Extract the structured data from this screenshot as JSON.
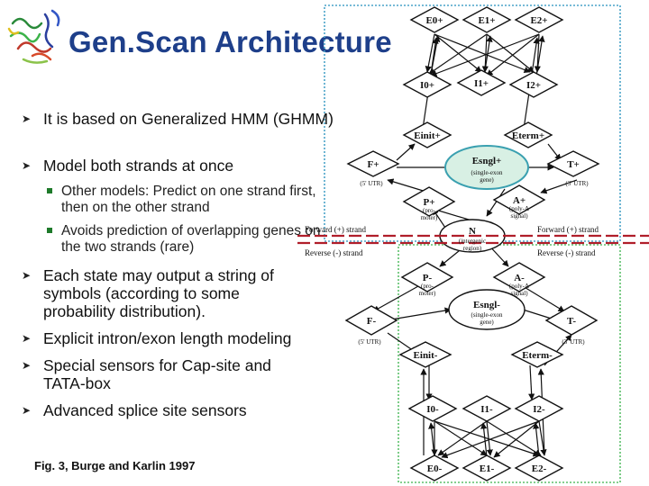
{
  "slide": {
    "title": "Gen.Scan Architecture",
    "caption": "Fig. 3, Burge and Karlin 1997"
  },
  "bullets": [
    "It is based on Generalized HMM (GHMM)",
    "Model both strands at once",
    "Each state may output a string of symbols (according to some probability distribution).",
    "Explicit intron/exon length modeling",
    "Special sensors for Cap-site and TATA-box",
    "Advanced splice site sensors"
  ],
  "sub_bullets": [
    "Other models: Predict on one strand first, then on the other strand",
    "Avoids prediction of overlapping genes on the two strands (rare)"
  ],
  "diagram": {
    "top_exons": [
      "E0+",
      "E1+",
      "E2+"
    ],
    "top_introns": [
      "I0+",
      "I1+",
      "I2+"
    ],
    "e_init_plus": "Einit+",
    "e_term_plus": "Eterm+",
    "e_sngl_plus": "Esngl+",
    "e_sngl_plus_sub": [
      "(single-exon",
      "gene)"
    ],
    "f_plus": "F+",
    "f_plus_sub": "(5' UTR)",
    "t_plus": "T+",
    "t_plus_sub": "(3' UTR)",
    "p_plus": "P+",
    "p_plus_sub": [
      "(pro-",
      "moter)"
    ],
    "a_plus": "A+",
    "a_plus_sub": [
      "(poly-A",
      "signal)"
    ],
    "n_state": "N",
    "n_state_sub": [
      "(intergenic",
      "region)"
    ],
    "forward_strand": "Forward (+) strand",
    "reverse_strand": "Reverse (-) strand",
    "p_minus": "P-",
    "p_minus_sub": [
      "(pro-",
      "moter)"
    ],
    "a_minus": "A-",
    "a_minus_sub": [
      "(poly-A",
      "signal)"
    ],
    "f_minus": "F-",
    "f_minus_sub": "(5' UTR)",
    "t_minus": "T-",
    "t_minus_sub": "(3' UTR)",
    "e_sngl_minus": "Esngl-",
    "e_sngl_minus_sub": [
      "(single-exon",
      "gene)"
    ],
    "e_init_minus": "Einit-",
    "e_term_minus": "Eterm-",
    "bottom_introns": [
      "I0-",
      "I1-",
      "I2-"
    ],
    "bottom_exons": [
      "E0-",
      "E1-",
      "E2-"
    ]
  },
  "colors": {
    "title": "#1e3f8a",
    "frame_top": "#4aa3c8",
    "frame_bottom": "#5cbf6a",
    "strand_line": "#b01e2a",
    "sngl_plus_fill": "#d8f0e4",
    "sngl_plus_stroke": "#3aa0b0",
    "bullet_square": "#1e7a2a"
  }
}
